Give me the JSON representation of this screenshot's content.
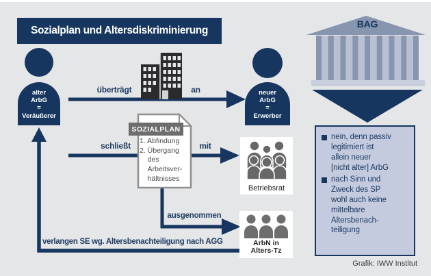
{
  "title": "Sozialplan und Altersdiskriminierung",
  "credit": "Grafik: IWW Institut",
  "colors": {
    "navy": "#16365f",
    "background": "#e5e6e8",
    "panel_bg": "#c5cbdf",
    "icon_gray": "#676767",
    "doc_band_gray": "#6d6d6d",
    "column_light": "#b9c0d2",
    "column_mid": "#8795ae"
  },
  "court": {
    "label": "BAG"
  },
  "actors": {
    "old_employer": {
      "label": "alter\nArbG\n=\nVeräußerer"
    },
    "new_employer": {
      "label": "neuer\nArbG\n=\nErwerber"
    },
    "works_council": {
      "label": "Betriebsrat"
    },
    "workers": {
      "label": "ArbN in\nAlters-Tz"
    }
  },
  "edges": {
    "transfer": "überträgt",
    "transfer_to": "an",
    "concludes": "schließt",
    "with_label": "mit",
    "excluded": "ausgenommen",
    "claim": "verlangen SE wg. Altersbenachteiligung nach AGG"
  },
  "document": {
    "title": "SOZIALPLAN",
    "content": "1. Abfindung\n2. Übergang\n    des\n    Arbeitsver-\n    hältnisses"
  },
  "answer_box": {
    "items": [
      {
        "text": "nein, denn passiv\nlegitimiert ist\nallein neuer\n[nicht alter] ArbG"
      },
      {
        "text": "nach Sinn und\nZweck des SP\nwohl auch keine\nmittelbare\nAltersbenach-\nteiligung"
      }
    ]
  },
  "icons": {
    "building": "building-icon",
    "courthouse": "courthouse-icon",
    "works_council": "people-group-icon",
    "workers": "people-row-icon",
    "verdict": "big-down-arrow-icon",
    "document": "document-icon"
  }
}
